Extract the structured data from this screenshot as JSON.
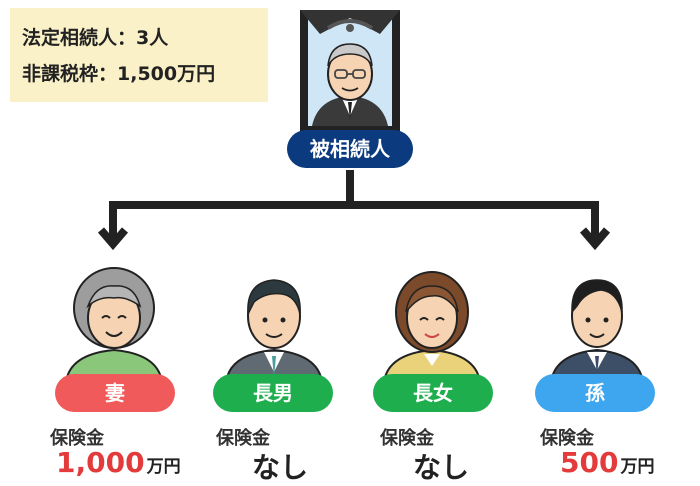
{
  "info": {
    "heirs_line": "法定相続人：3人",
    "exemption_line": "非課税枠：1,500万円"
  },
  "deceased": {
    "label": "被相続人"
  },
  "heirs": [
    {
      "relation": "妻",
      "insurance_label": "保険金",
      "amount": "1,000",
      "unit": "万円",
      "pill_color": "#f05a5a"
    },
    {
      "relation": "長男",
      "insurance_label": "保険金",
      "amount": "なし",
      "unit": "",
      "pill_color": "#1fae4e"
    },
    {
      "relation": "長女",
      "insurance_label": "保険金",
      "amount": "なし",
      "unit": "",
      "pill_color": "#1fae4e"
    },
    {
      "relation": "孫",
      "insurance_label": "保険金",
      "amount": "500",
      "unit": "万円",
      "pill_color": "#3ea6ef"
    }
  ],
  "colors": {
    "deceased_pill": "#0b3b7e",
    "amount_highlight": "#e33b3b",
    "info_box": "#fbf1c8"
  }
}
